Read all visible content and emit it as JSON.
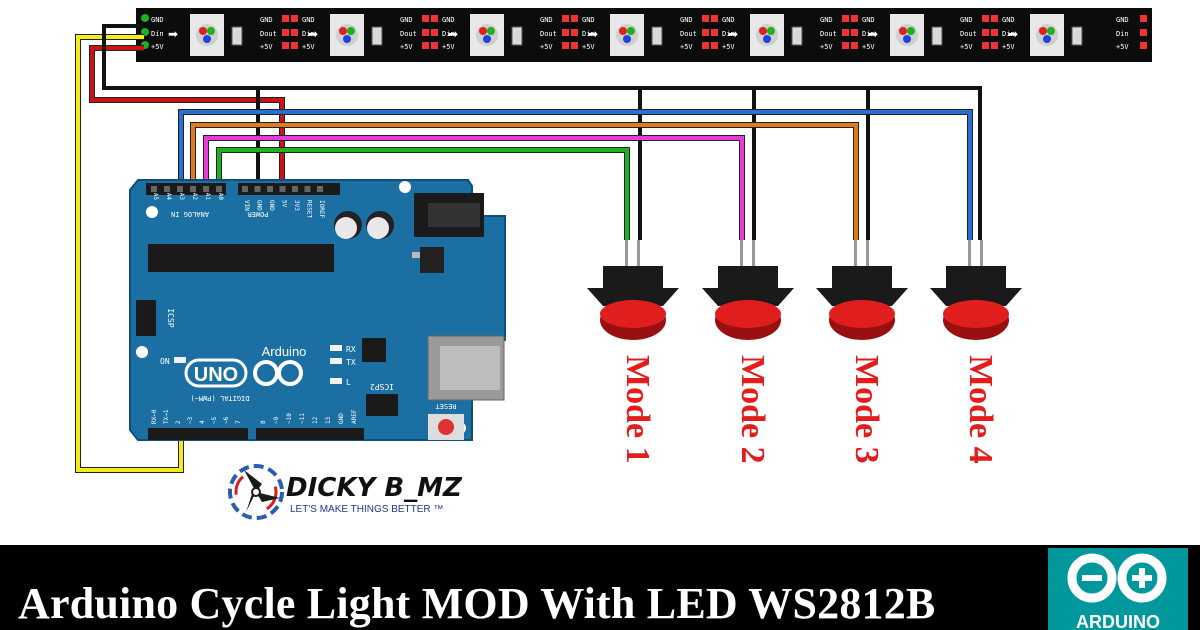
{
  "strip": {
    "label_gnd": "GND",
    "label_din": "Din",
    "label_dout": "Dout",
    "label_5v": "+5V",
    "label_5v_short": "5V"
  },
  "arduino": {
    "name": "Arduino",
    "model": "UNO",
    "analog_in": "ANALOG IN",
    "power": "POWER",
    "digital": "DIGITAL (PWM~)",
    "icsp": "ICSP",
    "icsp2": "ICSP2",
    "on": "ON",
    "rx": "RX",
    "tx": "TX",
    "l": "L",
    "reset": "RESET",
    "pins_analog": [
      "A5",
      "A4",
      "A3",
      "A2",
      "A1",
      "A0"
    ],
    "pins_power": [
      "VIN",
      "GND",
      "GND",
      "5V",
      "3V3",
      "RESET",
      "IOREF"
    ],
    "pins_digital_left": [
      "7",
      "~6",
      "~5",
      "4",
      "~3",
      "2",
      "TX→1",
      "RX←0"
    ],
    "pins_digital_right": [
      "AREF",
      "GND",
      "13",
      "12",
      "~11",
      "~10",
      "~9",
      "8"
    ]
  },
  "buttons": [
    {
      "label": "Mode 1"
    },
    {
      "label": "Mode 2"
    },
    {
      "label": "Mode 3"
    },
    {
      "label": "Mode 4"
    }
  ],
  "brand": {
    "name": "DICKY B_MZ",
    "tagline": "LET'S MAKE THINGS BETTER ™"
  },
  "footer": {
    "title": "Arduino Cycle Light MOD With LED WS2812B",
    "logo_text": "ARDUINO"
  },
  "colors": {
    "wire_black": "#111111",
    "wire_red": "#c81414",
    "wire_yellow": "#f2ec1e",
    "wire_blue": "#2a6fd0",
    "wire_orange": "#e07a1c",
    "wire_magenta": "#e83ad6",
    "wire_green": "#22b022",
    "board": "#1c6fa3",
    "button_red": "#e01e1e",
    "label_red": "#e31c1c",
    "arduino_teal": "#00979d"
  }
}
